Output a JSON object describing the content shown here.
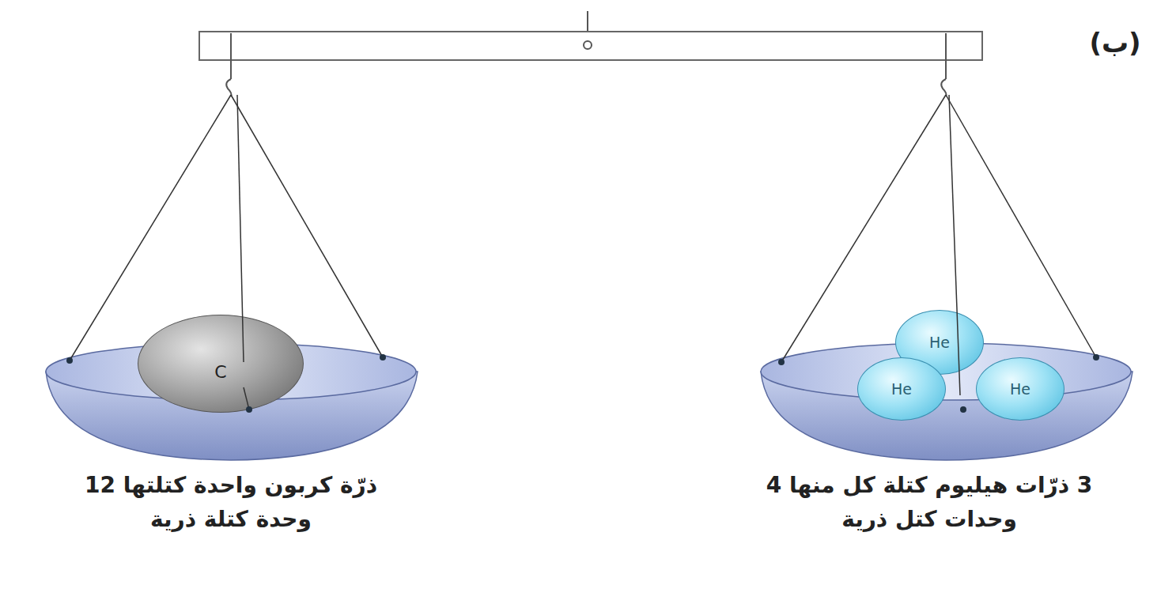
{
  "diagram": {
    "nodes": [
      {
        "text": [
          "C"
        ]
      },
      {
        "text": [
          "He"
        ]
      },
      {
        "text": [
          "He"
        ]
      },
      {
        "text": [
          "He"
        ]
      }
    ],
    "labels": [
      "(ب)",
      "ذرّة كربون واحدة كتلتها 12 وحدة كتلة ذرية",
      "3 ذرّات هيليوم كتلة كل منها 4 وحدات كتل ذرية"
    ]
  }
}
